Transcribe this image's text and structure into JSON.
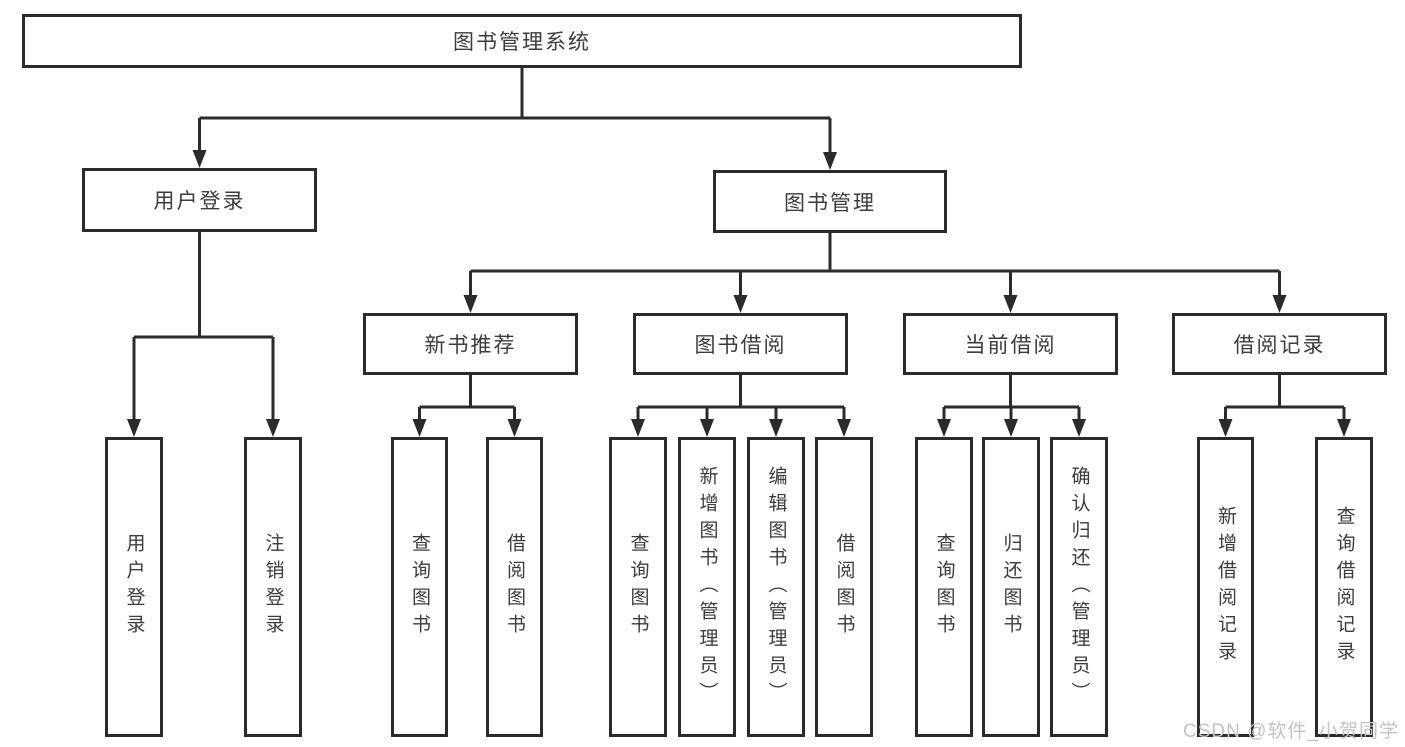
{
  "diagram": {
    "root": {
      "label": "图书管理系统"
    },
    "branches": [
      {
        "label": "用户登录",
        "children": [
          {
            "label": "用户登录"
          },
          {
            "label": "注销登录"
          }
        ]
      },
      {
        "label": "图书管理",
        "children": [
          {
            "label": "新书推荐",
            "children": [
              {
                "label": "查询图书"
              },
              {
                "label": "借阅图书"
              }
            ]
          },
          {
            "label": "图书借阅",
            "children": [
              {
                "label": "查询图书"
              },
              {
                "label": "新增图书（管理员）"
              },
              {
                "label": "编辑图书（管理员）"
              },
              {
                "label": "借阅图书"
              }
            ]
          },
          {
            "label": "当前借阅",
            "children": [
              {
                "label": "查询图书"
              },
              {
                "label": "归还图书"
              },
              {
                "label": "确认归还（管理员）"
              }
            ]
          },
          {
            "label": "借阅记录",
            "children": [
              {
                "label": "新增借阅记录"
              },
              {
                "label": "查询借阅记录"
              }
            ]
          }
        ]
      }
    ]
  },
  "watermark": {
    "text": "CSDN @软件_小贺同学"
  },
  "colors": {
    "line": "#2b2b2b",
    "text": "#3c3c3c",
    "background": "#ffffff",
    "watermark": "#c4c4c4"
  }
}
